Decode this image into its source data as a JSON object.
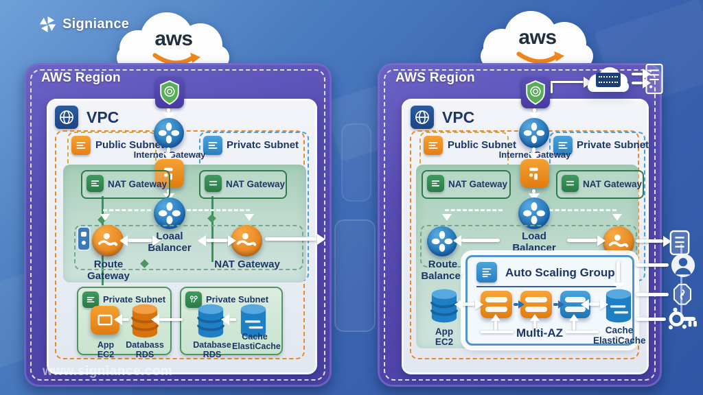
{
  "brand": {
    "name": "Signiance",
    "watermark": "www.signiance.com"
  },
  "aws": {
    "label": "aws"
  },
  "colors": {
    "accent_orange": "#ef8c1f",
    "aws_navy": "#232f3e",
    "panel_purple": "#4b3fa5",
    "label_navy": "#1c3667",
    "green": "#2f7a4d",
    "blue": "#2f7fc1"
  },
  "left": {
    "region": "AWS Region",
    "vpc": "VPC",
    "public_subnet": "Public Subnet",
    "private_subnet": "Privatc Subnet",
    "internet_gateway": "Internet Gateway",
    "nat_gateway_left": "NAT Gateway",
    "nat_gateway_right": "NAT Gateway",
    "load_balancer": "Loaal Balancer",
    "route_gateway": "Route Gateway",
    "nat_gateway_mid": "NAT Gateway",
    "subnet_bl": {
      "title": "Private Subnet",
      "app": "App EC2",
      "db": "Databass RDS"
    },
    "subnet_br": {
      "title": "Private Subnet",
      "db": "Database RDS",
      "cache": "Cache ElastiCache"
    }
  },
  "right": {
    "region": "AWS Region",
    "vpc": "VPC",
    "public_subnet": "Public Subnet",
    "private_subnet": "Private Subnet",
    "internet_gateway": "Internet Gateway",
    "nat_gateway_left": "NAT Gateway",
    "nat_gateway_right": "NAT Gateway",
    "load_balancer": "Load Balancer",
    "route_balancer": "Route Balancer",
    "asg_title": "Auto Scaling Group",
    "multi_az": "Multi-AZ",
    "app_ec2": "App EC2",
    "cache": "Cache ElastiCache"
  }
}
